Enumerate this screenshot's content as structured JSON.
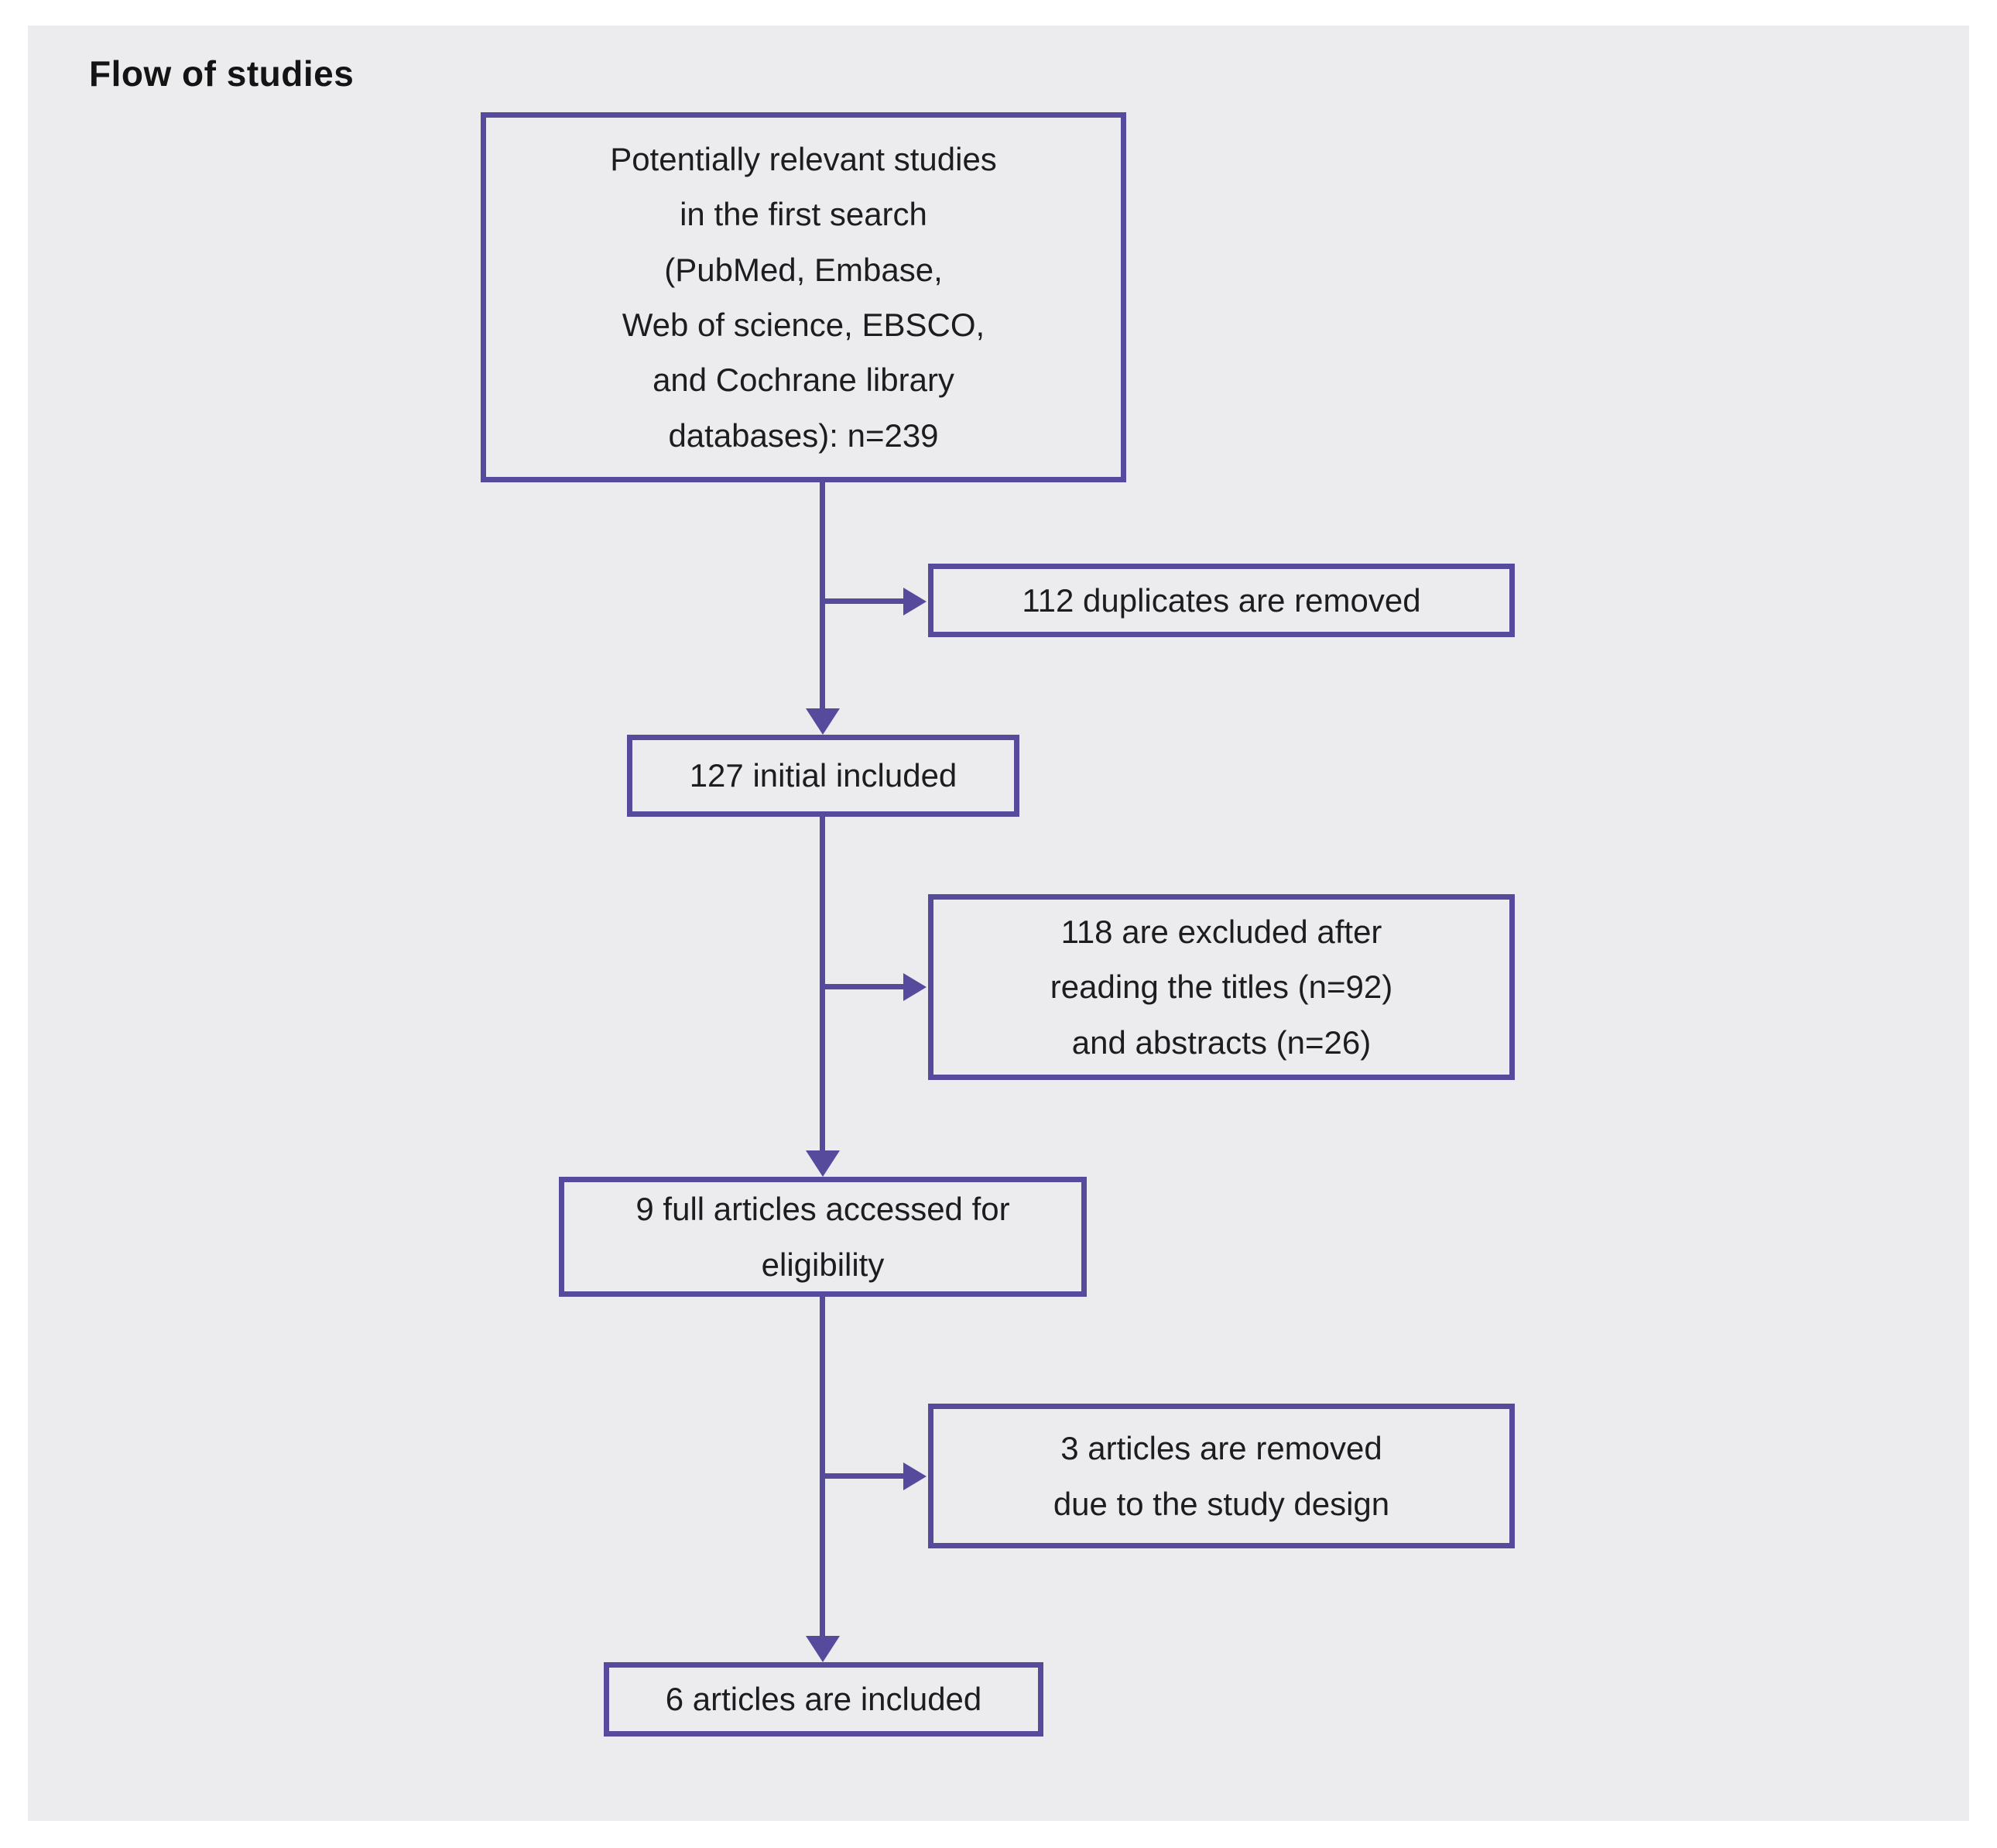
{
  "title": "Flow of studies",
  "colors": {
    "accent_purple": "#564A9D",
    "panel_background": "#ECEBEE",
    "page_background": "#FFFFFF",
    "text": "#1D1D1F"
  },
  "flowchart": {
    "nodes": {
      "search": {
        "text": "Potentially relevant studies\nin the first search\n(PubMed, Embase,\nWeb of science, EBSCO,\nand Cochrane library\ndatabases): n=239"
      },
      "duplicates_removed": {
        "text": "112 duplicates are removed"
      },
      "initial_included": {
        "text": "127 initial included"
      },
      "excluded_after_reading": {
        "text": "118 are excluded after\nreading the titles (n=92)\nand abstracts (n=26)"
      },
      "full_articles_accessed": {
        "text": "9 full articles accessed for\neligibility"
      },
      "removed_study_design": {
        "text": "3 articles are removed\ndue to the study design"
      },
      "articles_included": {
        "text": "6 articles are included"
      }
    }
  }
}
